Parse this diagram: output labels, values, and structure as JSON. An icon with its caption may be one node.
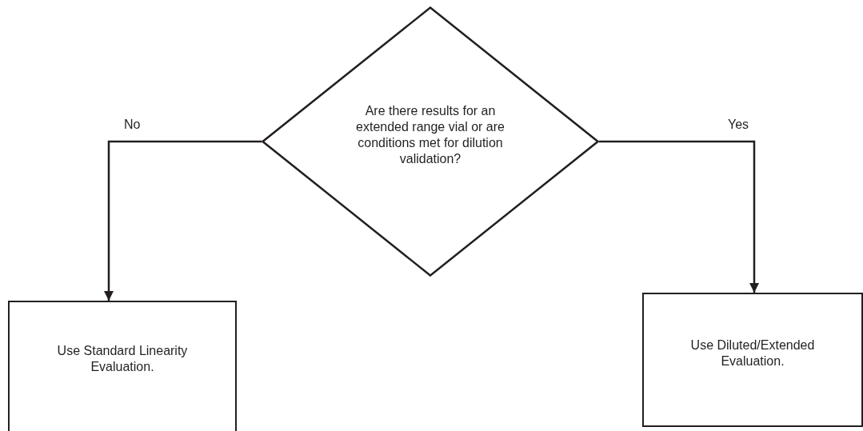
{
  "diagram": {
    "nodes": [
      {
        "text": [
          "Are there results for an extended range vial or are conditions met for dilution validation?"
        ]
      },
      {
        "text": [
          "Use Standard Linearity Evaluation."
        ]
      },
      {
        "text": [
          "Use Diluted/Extended Evaluation."
        ]
      }
    ],
    "edges": [
      {
        "from": 0,
        "to": 1,
        "arrow": "to",
        "label": "No"
      },
      {
        "from": 0,
        "to": 2,
        "arrow": "to",
        "label": "Yes"
      }
    ]
  }
}
